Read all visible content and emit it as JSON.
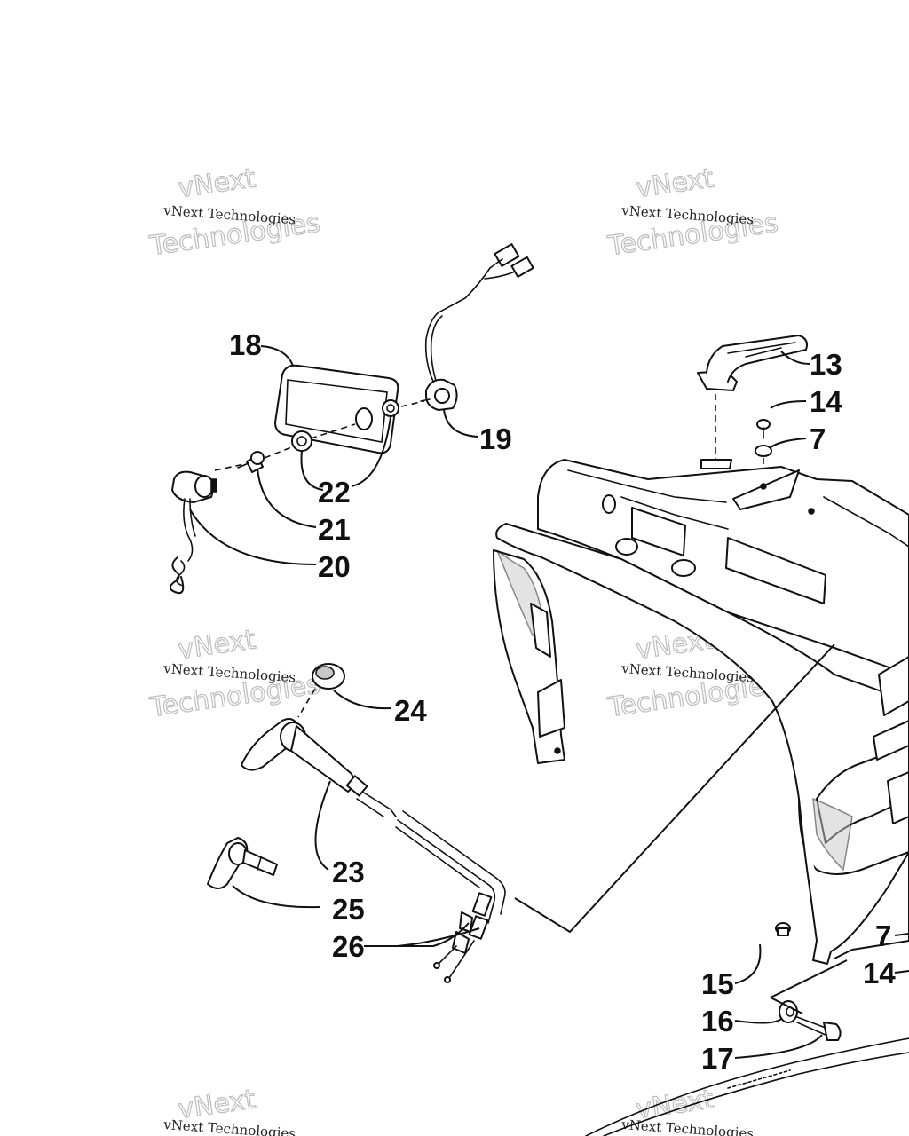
{
  "diagram": {
    "callouts": [
      {
        "id": "c13",
        "label": "13"
      },
      {
        "id": "c14a",
        "label": "14"
      },
      {
        "id": "c7a",
        "label": "7"
      },
      {
        "id": "c18",
        "label": "18"
      },
      {
        "id": "c19",
        "label": "19"
      },
      {
        "id": "c22",
        "label": "22"
      },
      {
        "id": "c21",
        "label": "21"
      },
      {
        "id": "c20",
        "label": "20"
      },
      {
        "id": "c24",
        "label": "24"
      },
      {
        "id": "c23",
        "label": "23"
      },
      {
        "id": "c25",
        "label": "25"
      },
      {
        "id": "c26",
        "label": "26"
      },
      {
        "id": "c7b",
        "label": "7"
      },
      {
        "id": "c14b",
        "label": "14"
      },
      {
        "id": "c15",
        "label": "15"
      },
      {
        "id": "c16",
        "label": "16"
      },
      {
        "id": "c17",
        "label": "17"
      }
    ],
    "watermark": {
      "company": "vNext Technologies",
      "brand_top": "vNext",
      "brand_bottom": "Technologies"
    }
  }
}
